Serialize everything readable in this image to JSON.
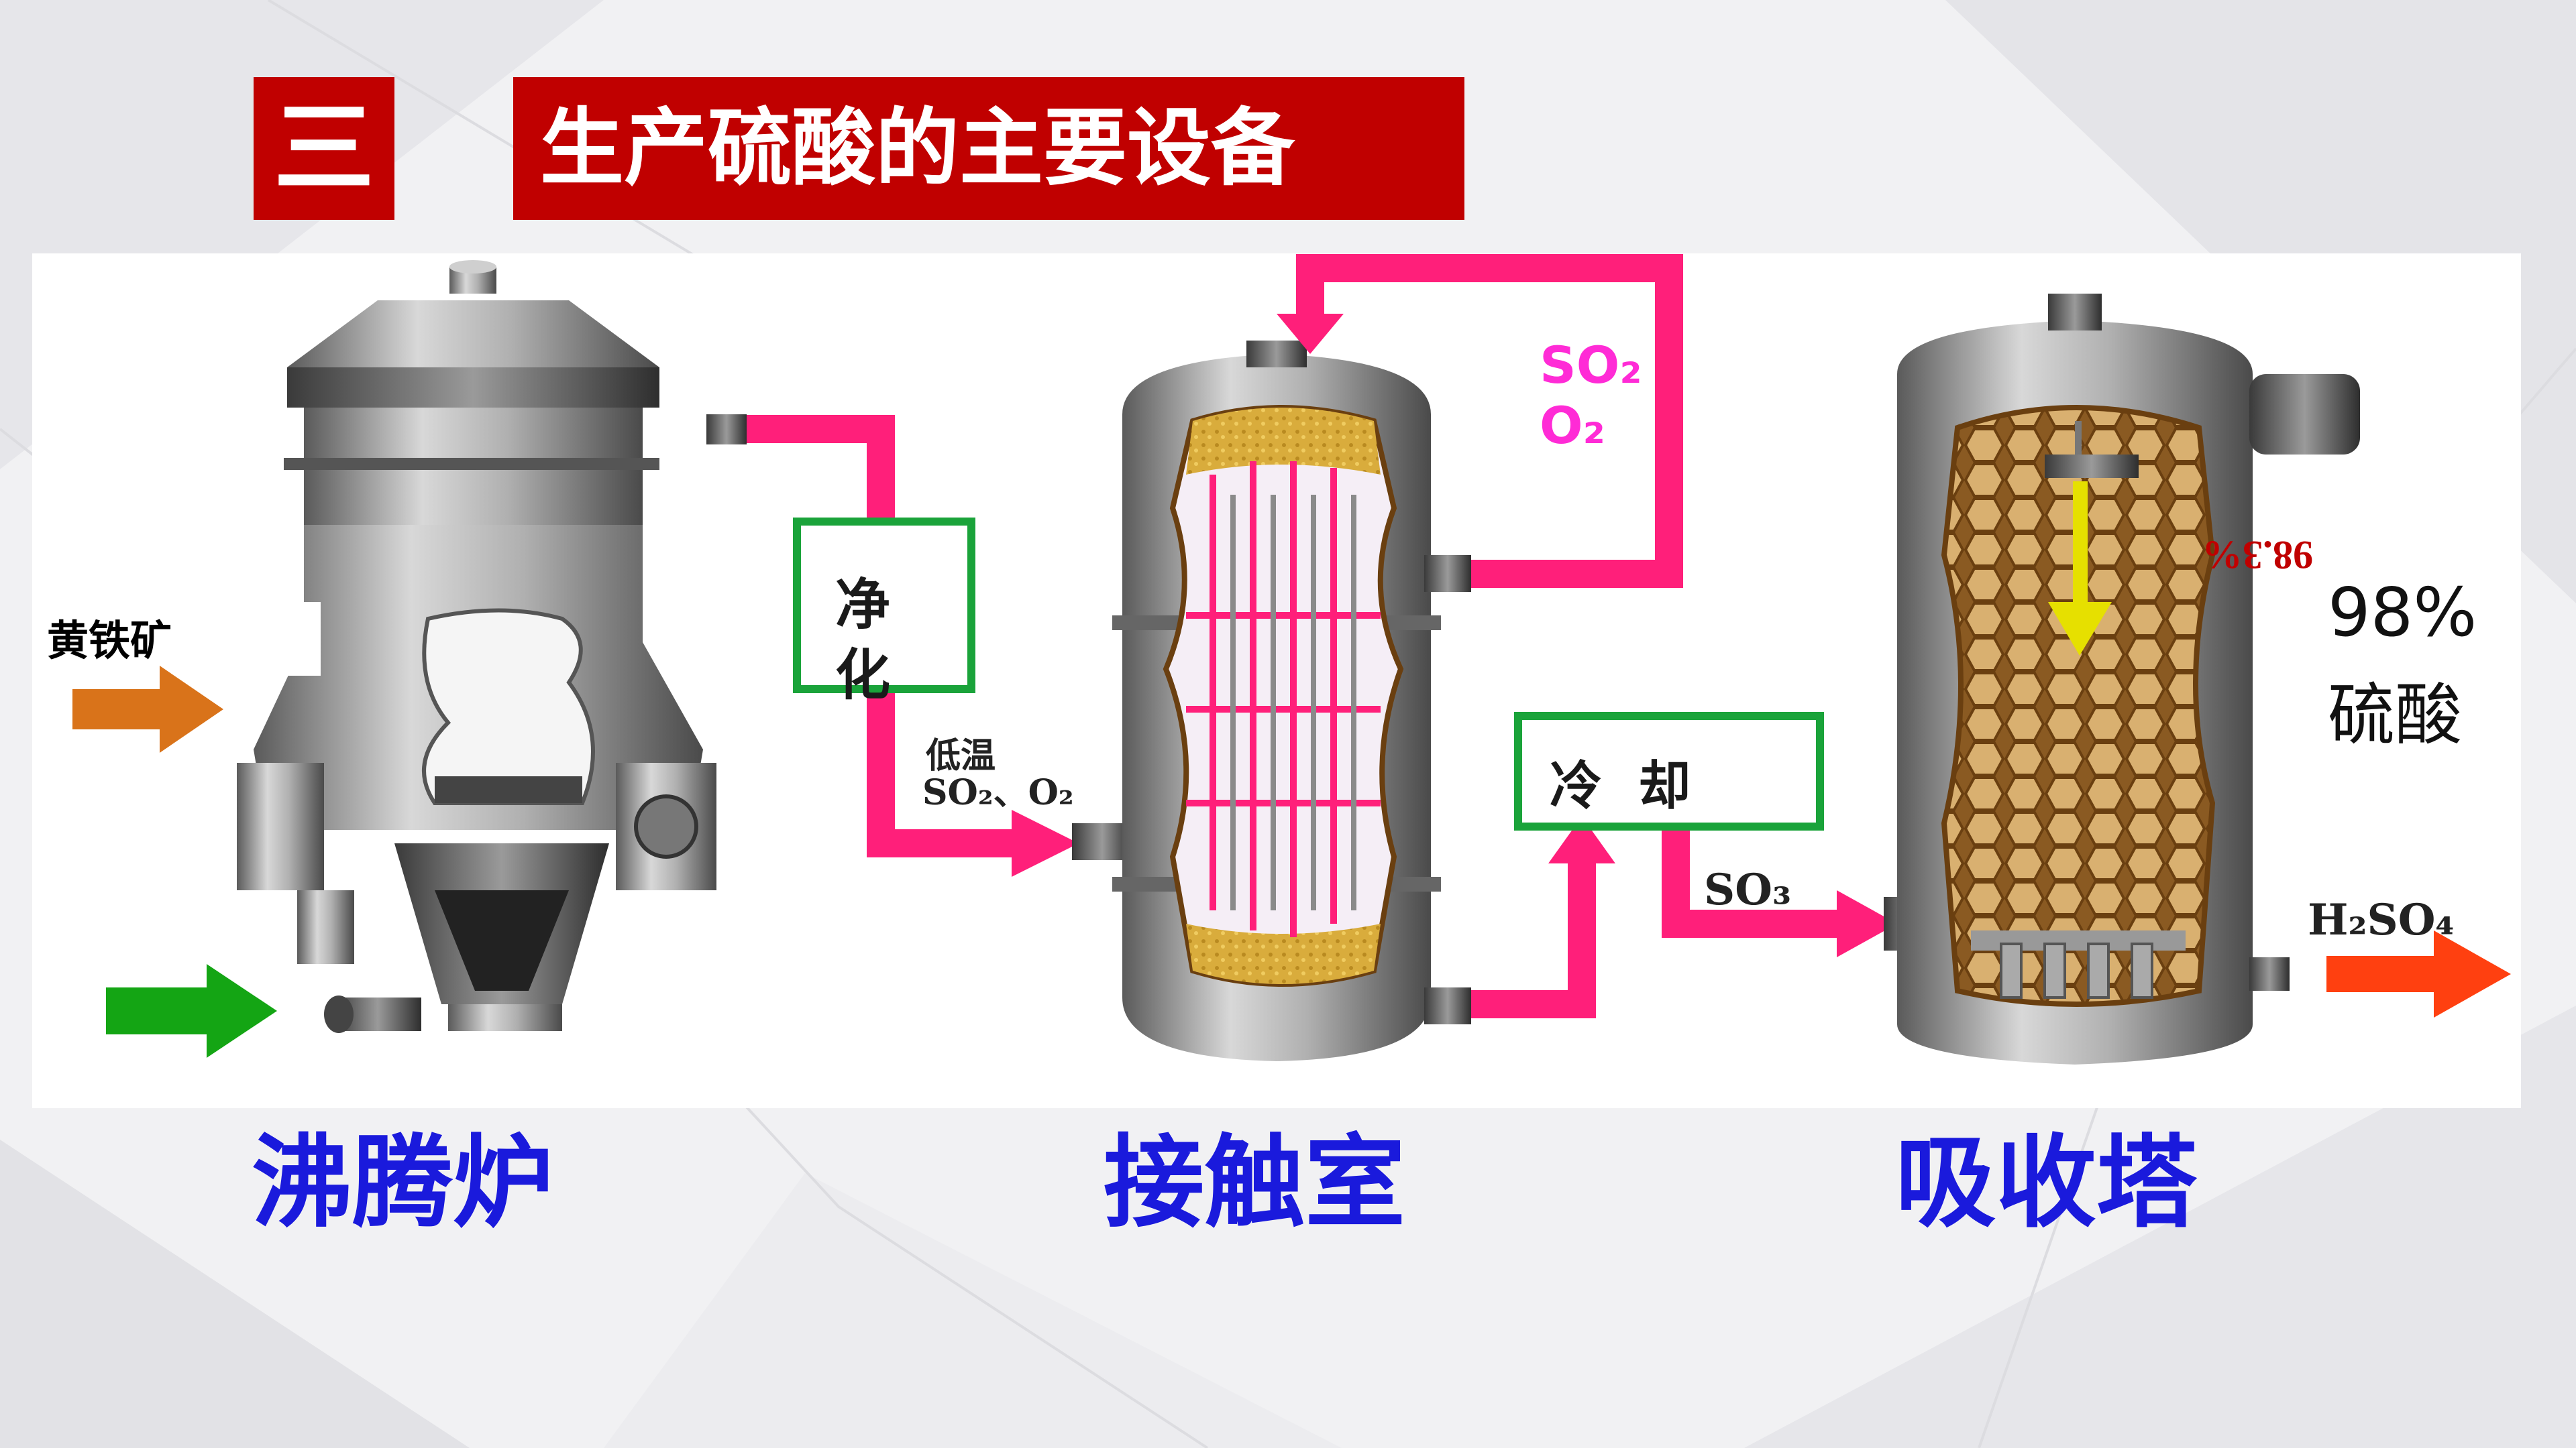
{
  "header": {
    "section_number": "三",
    "title": "生产硫酸的主要设备"
  },
  "equipment": {
    "boiling_furnace": "沸腾炉",
    "contact_chamber": "接触室",
    "absorption_tower": "吸收塔"
  },
  "diagram_labels": {
    "pyrite": "黄铁矿",
    "purify": "净化",
    "purify_char1": "净",
    "purify_char2": "化",
    "low_temp": "低温",
    "low_temp_gas": "SO₂、O₂",
    "recycle_so2": "SO₂",
    "recycle_o2": "O₂",
    "cool": "冷  却",
    "so3": "SO₃",
    "h2so4": "H₂SO₄",
    "acid_conc": "98%",
    "acid_name": "硫酸"
  },
  "colors": {
    "title_red": "#c00000",
    "label_blue": "#1a1adc",
    "pipe_pink": "#ff1f7a",
    "box_green": "#1aa33a",
    "gas_magenta": "#ff2bd6",
    "arrow_orange": "#d9731a",
    "arrow_green": "#14a514",
    "arrow_red": "#ff4010",
    "packing_gold": "#c9a23a"
  }
}
